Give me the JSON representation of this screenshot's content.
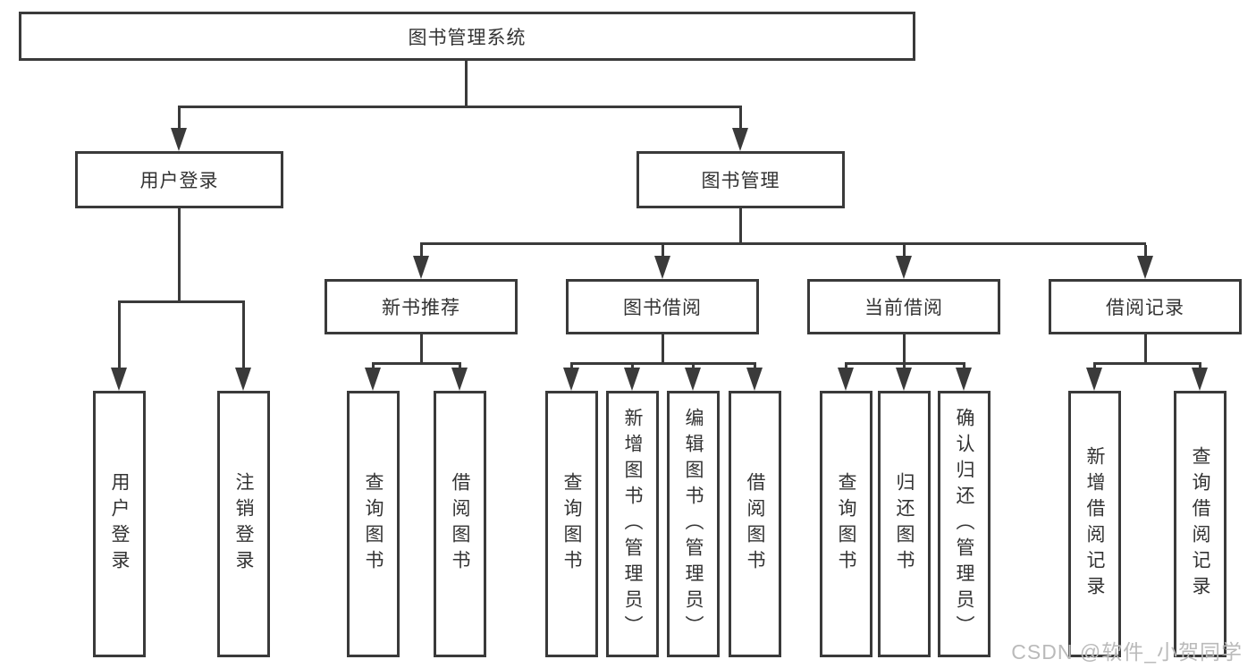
{
  "diagram": {
    "title": "图书管理系统",
    "branches": {
      "user_login": {
        "label": "用户登录",
        "children": {
          "login": "用户登录",
          "logout": "注销登录"
        }
      },
      "book_management": {
        "label": "图书管理",
        "sections": {
          "new_book": {
            "label": "新书推荐",
            "children": {
              "query": "查询图书",
              "borrow": "借阅图书"
            }
          },
          "borrowing": {
            "label": "图书借阅",
            "children": {
              "query": "查询图书",
              "add": "新增图书（管理员）",
              "edit": "编辑图书（管理员）",
              "borrow": "借阅图书"
            }
          },
          "current": {
            "label": "当前借阅",
            "children": {
              "query": "查询图书",
              "return": "归还图书",
              "confirm": "确认归还（管理员）"
            }
          },
          "records": {
            "label": "借阅记录",
            "children": {
              "add": "新增借阅记录",
              "query": "查询借阅记录"
            }
          }
        }
      }
    }
  },
  "watermark": {
    "text": "CSDN @软件_小贺同学"
  },
  "colors": {
    "line": "#3a3a3a",
    "text": "#333333",
    "watermark": "#bababa",
    "background": "#ffffff"
  }
}
